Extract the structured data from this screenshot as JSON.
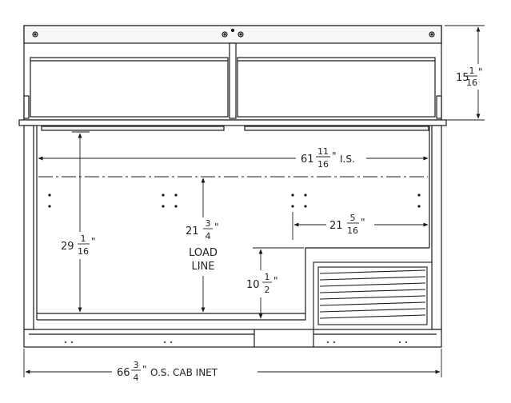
{
  "colors": {
    "line": "#1a1a1a",
    "panel": "#f2f2f2",
    "shade": "#d8d8d8"
  },
  "dimensions": {
    "overall_height_top": {
      "whole": "15",
      "num": "1",
      "den": "16",
      "unit": "\""
    },
    "inside_width": {
      "whole": "61",
      "num": "11",
      "den": "16",
      "unit": "\"",
      "suffix": "I.S."
    },
    "total_height": {
      "whole": "29",
      "num": "1",
      "den": "16",
      "unit": "\""
    },
    "load_line_height": {
      "whole": "21",
      "num": "3",
      "den": "4",
      "unit": "\""
    },
    "right_width": {
      "whole": "21",
      "num": "5",
      "den": "16",
      "unit": "\""
    },
    "step_height": {
      "whole": "10",
      "num": "1",
      "den": "2",
      "unit": "\""
    },
    "overall_width": {
      "whole": "66",
      "num": "3",
      "den": "4",
      "unit": "\"",
      "suffix": "O.S. CAB INET"
    }
  },
  "labels": {
    "load_line_1": "LOAD",
    "load_line_2": "LINE"
  }
}
